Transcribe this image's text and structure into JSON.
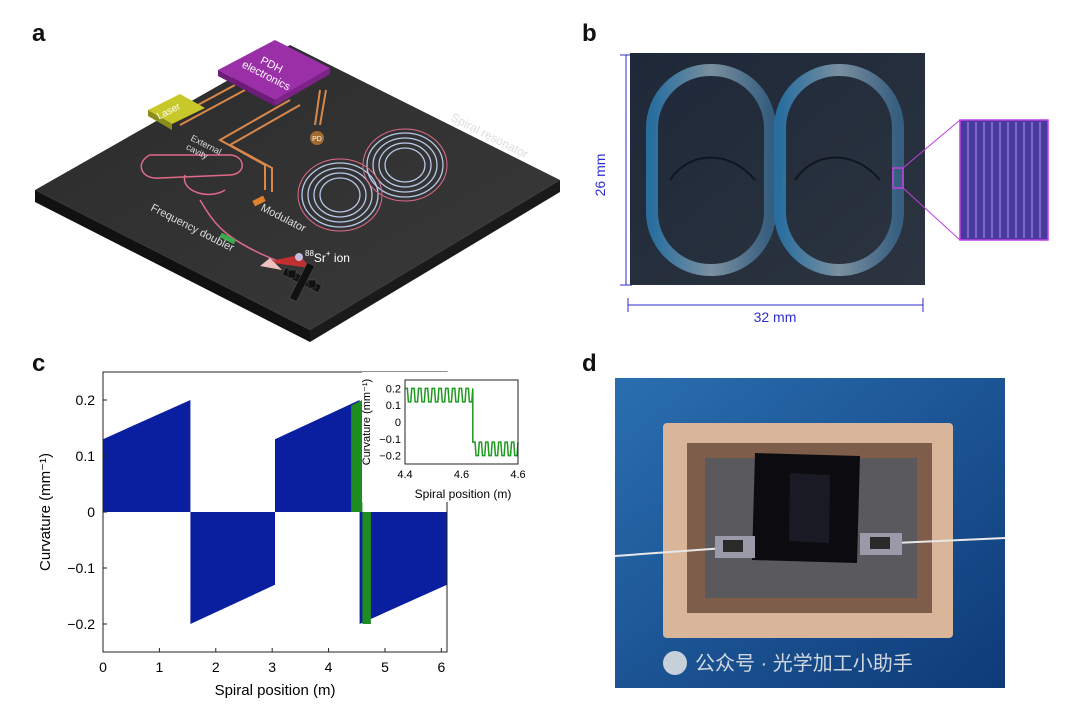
{
  "panels": {
    "a": {
      "letter": "a",
      "labels": {
        "pdh": "PDH\nelectronics",
        "laser": "Laser",
        "external_cavity": "External\ncavity",
        "pd": "PD",
        "spiral_resonator": "Spiral resonator",
        "modulator": "Modulator",
        "frequency_doubler": "Frequency doubler",
        "ion_mass": "88",
        "ion_element": "Sr",
        "ion_charge": "+",
        "ion_word": "ion"
      }
    },
    "b": {
      "letter": "b",
      "height_label": "26 mm",
      "width_label": "32 mm"
    },
    "c": {
      "letter": "c",
      "ylabel": "Curvature (mm⁻¹)",
      "xlabel": "Spiral position (m)",
      "yticks": [
        "0.2",
        "0.1",
        "0",
        "−0.1",
        "−0.2"
      ],
      "xticks": [
        "0",
        "1",
        "2",
        "3",
        "4",
        "5",
        "6"
      ],
      "inset": {
        "ylabel": "Curvature (mm⁻¹)",
        "xlabel": "Spiral position (m)",
        "yticks": [
          "0.2",
          "0.1",
          "0",
          "−0.1",
          "−0.2"
        ],
        "xticks": [
          "4.4",
          "4.6",
          "4.6"
        ]
      }
    },
    "d": {
      "letter": "d",
      "watermark": "公众号 · 光学加工小助手"
    }
  },
  "chart_data": [
    {
      "type": "area",
      "xlabel": "Spiral position (m)",
      "ylabel": "Curvature (mm⁻¹)",
      "xlim": [
        0,
        6.1
      ],
      "ylim": [
        -0.25,
        0.25
      ],
      "series": [
        {
          "color": "#0a1ea0",
          "x": [
            0,
            1.55
          ],
          "y_envelope_start": 0.13,
          "y_envelope_end": 0.2,
          "sign": 1
        },
        {
          "color": "#0a1ea0",
          "x": [
            1.55,
            3.05
          ],
          "y_envelope_start": -0.2,
          "y_envelope_end": -0.13,
          "sign": -1
        },
        {
          "color": "#0a1ea0",
          "x": [
            3.05,
            4.55
          ],
          "y_envelope_start": 0.13,
          "y_envelope_end": 0.2,
          "sign": 1
        },
        {
          "color": "#0a1ea0",
          "x": [
            4.55,
            6.1
          ],
          "y_envelope_start": -0.2,
          "y_envelope_end": -0.13,
          "sign": -1
        },
        {
          "color": "#1e8c1e",
          "x": [
            4.4,
            4.6
          ],
          "note_highlight": true
        }
      ],
      "grid": false
    },
    {
      "type": "line",
      "xlabel": "Spiral position (m)",
      "ylabel": "Curvature (mm⁻¹)",
      "xlim": [
        4.4,
        4.6
      ],
      "ylim": [
        -0.25,
        0.25
      ],
      "series": [
        {
          "color": "#1e9a1e",
          "pattern": "square oscillation between 0.2 and 0.13, then between -0.13 and -0.2"
        }
      ]
    }
  ],
  "colors": {
    "chart_blue": "#0a1ea0",
    "chart_green": "#1e8c1e",
    "scale_blue": "#2c2cd0",
    "inset_magenta": "#c040e0",
    "spiral_pink": "#e06a8a",
    "pdh_purple": "#9a2fa8",
    "laser_yellow": "#c8c82a"
  }
}
